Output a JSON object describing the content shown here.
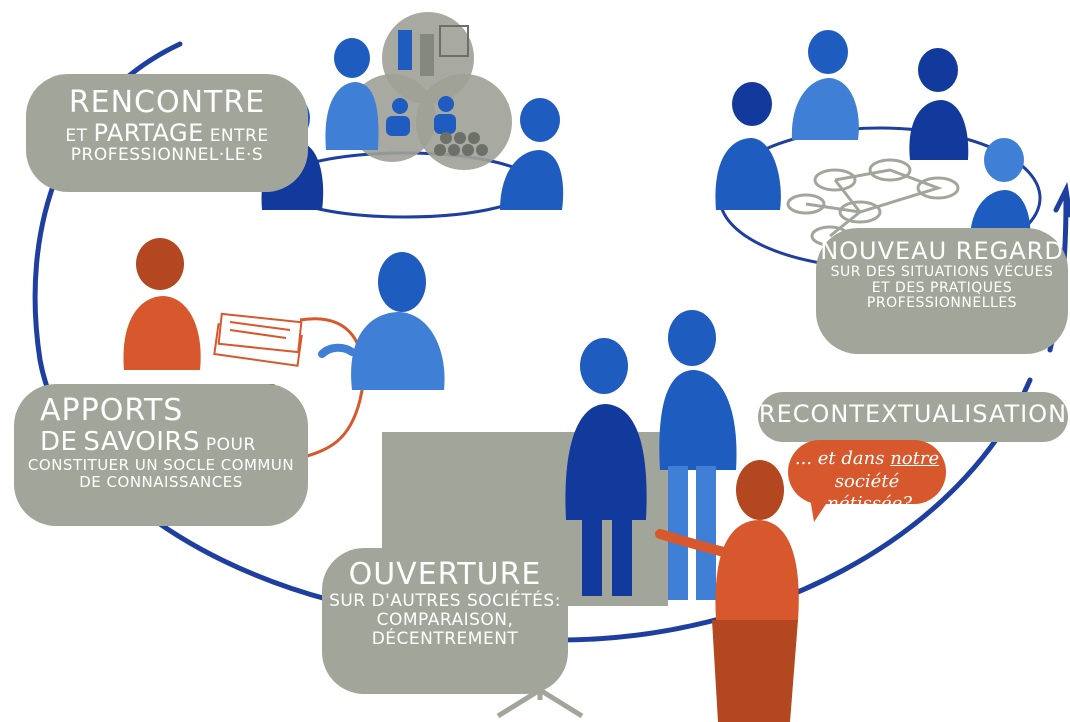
{
  "colors": {
    "dark_blue": "#123a9c",
    "mid_blue": "#1f5cc0",
    "light_blue": "#3f7fd6",
    "orange": "#d7582c",
    "rust": "#b3471f",
    "grey": "#a2a69a",
    "ring": "#1f3fa0"
  },
  "bubbles": {
    "rencontre": {
      "title": "RENCONTRE",
      "line2_a": "ET",
      "line2_b": "PARTAGE",
      "line2_c": "ENTRE",
      "line3": "PROFESSIONNEL·LE·S"
    },
    "apports": {
      "title": "APPORTS",
      "line2_a": "DE",
      "line2_b": "SAVOIRS",
      "line2_c": "POUR",
      "line3": "CONSTITUER UN SOCLE COMMUN",
      "line4": "DE CONNAISSANCES"
    },
    "nouveau": {
      "title": "NOUVEAU REGARD",
      "line2": "SUR DES SITUATIONS VÉCUES",
      "line3": "ET DES PRATIQUES",
      "line4": "PROFESSIONNELLES"
    },
    "recontext": {
      "title": "RECONTEXTUALISATION"
    },
    "ouverture": {
      "title": "OUVERTURE",
      "line2": "SUR D'AUTRES SOCIÉTÉS:",
      "line3": "COMPARAISON,",
      "line4": "DÉCENTREMENT"
    }
  },
  "speech": {
    "part1": "... et dans ",
    "underlined": "notre",
    "part2": "société métissée?"
  }
}
